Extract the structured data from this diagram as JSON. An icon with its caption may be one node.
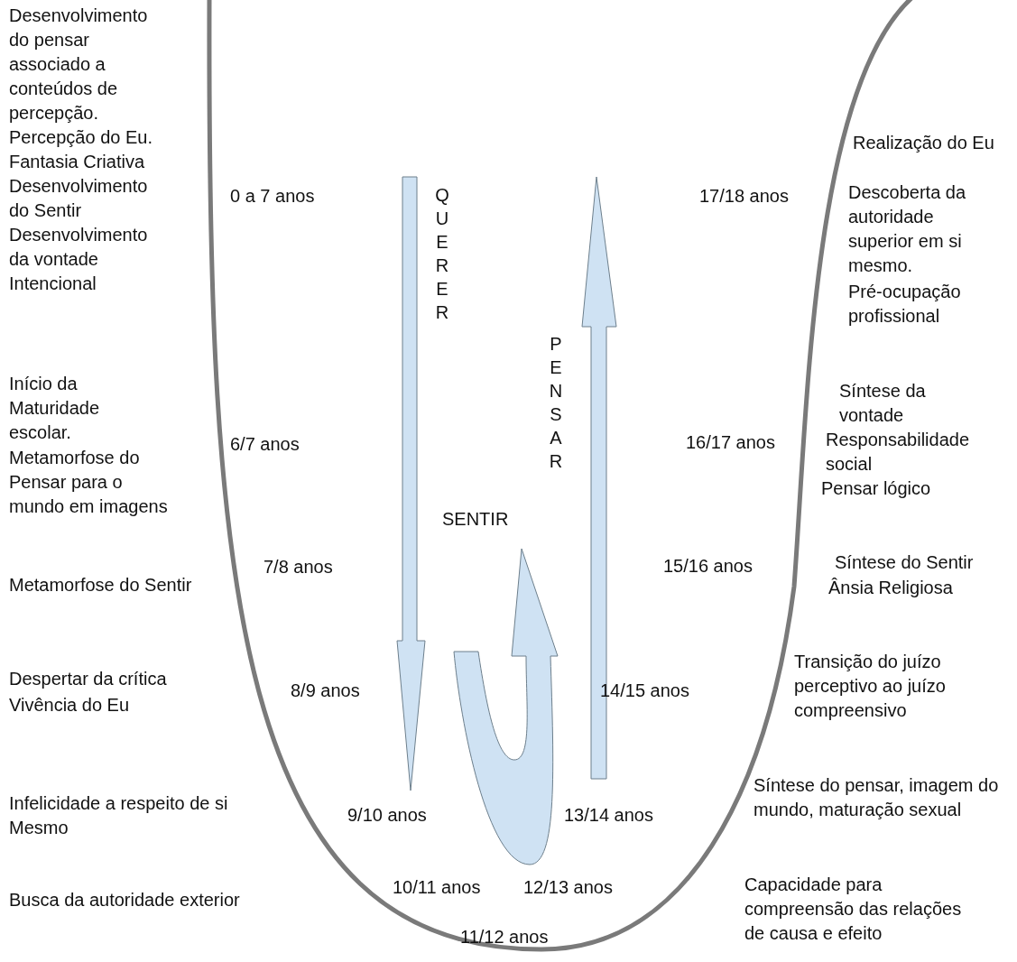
{
  "diagram": {
    "labels": [
      "Desenvolvimento do pensar associado a conteúdos de percepção.",
      "Percepção do Eu.",
      "Fantasia Criativa",
      "Desenvolvimento do Sentir",
      "Desenvolvimento da vontade Intencional",
      "Realização do Eu",
      "0 a 7 anos",
      "QUERER",
      "17/18 anos",
      "Descoberta da autoridade superior em si mesmo.",
      "Pré-ocupação profissional",
      "PENSAR",
      "Início da Maturidade escolar.",
      "Metamorfose do Pensar para o mundo em imagens",
      "6/7 anos",
      "Síntese da vontade",
      "16/17 anos",
      "Responsabilidade social",
      "Pensar lógico",
      "SENTIR",
      "Metamorfose do Sentir",
      "7/8 anos",
      "15/16 anos",
      "Síntese do Sentir",
      "Ânsia Religiosa",
      "Transição do juízo perceptivo ao juízo compreensivo",
      "Despertar da crítica",
      "Vivência do Eu",
      "8/9 anos",
      "14/15 anos",
      "Infelicidade a respeito de si Mesmo",
      "9/10 anos",
      "13/14 anos",
      "Síntese do pensar, imagem do mundo, maturação sexual",
      "Capacidade para compreensão das relações de causa e efeito",
      "Busca da autoridade exterior",
      "10/11 anos",
      "12/13 anos",
      "11/12 anos"
    ]
  }
}
